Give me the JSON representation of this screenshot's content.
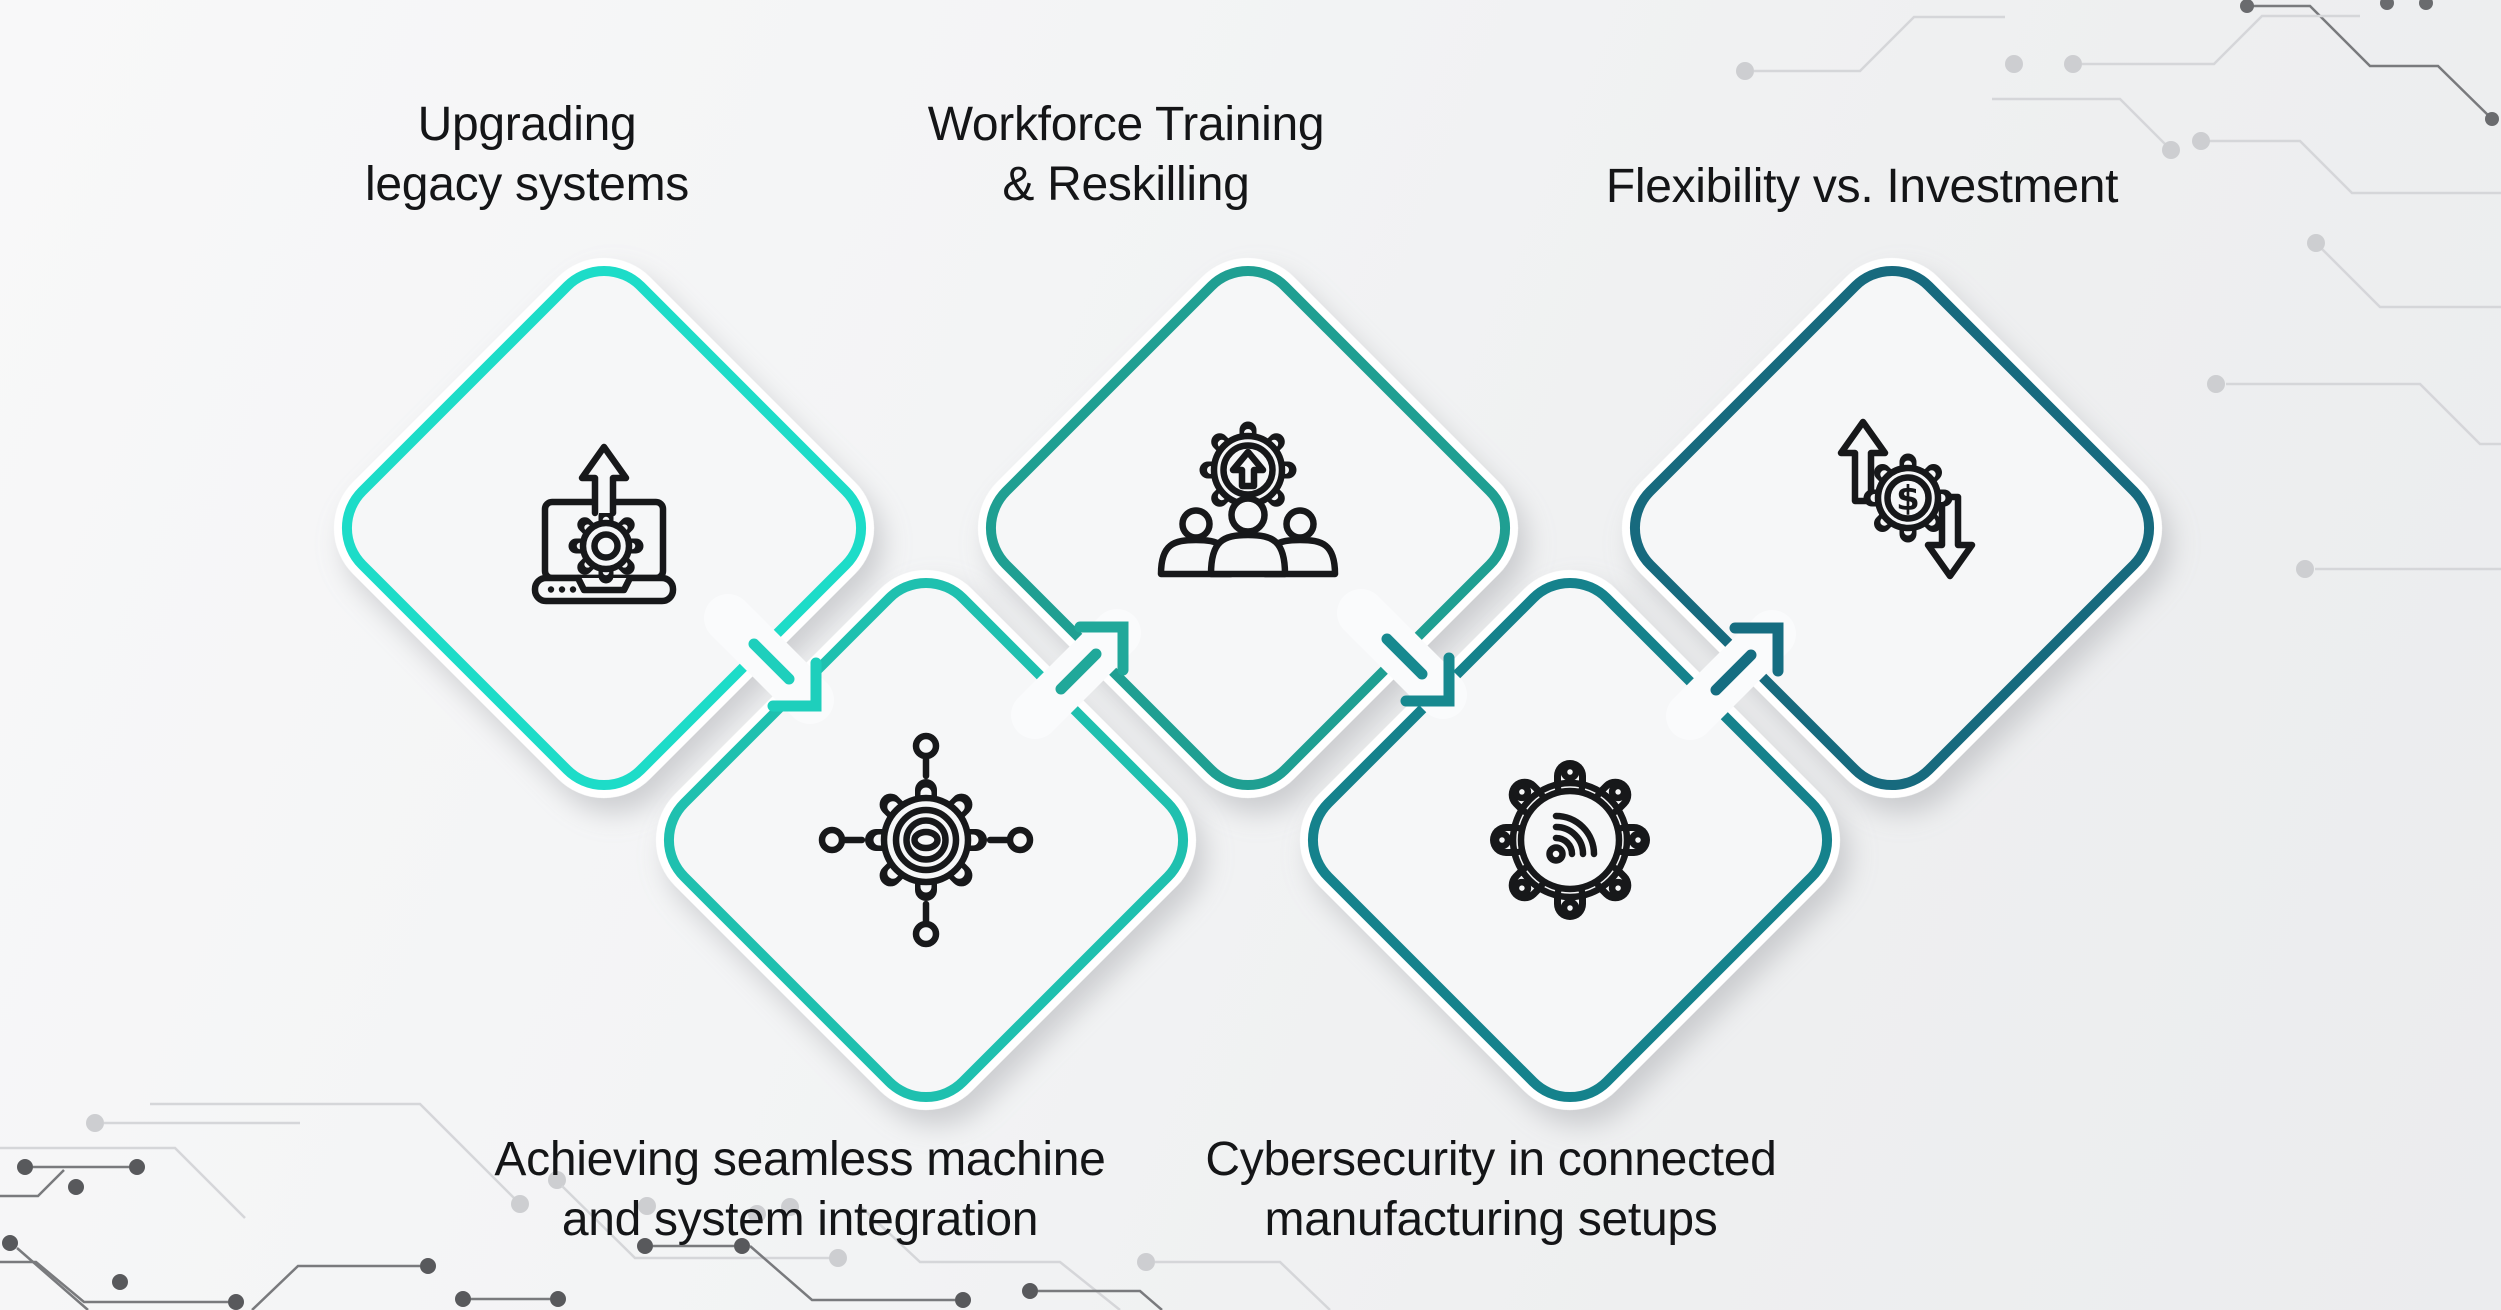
{
  "diagram": {
    "items": [
      {
        "id": 1,
        "position": "top",
        "label_line1": "Upgrading",
        "label_line2": "legacy systems",
        "icon": "laptop-gear-upgrade-icon",
        "accent": "#1ddcc8"
      },
      {
        "id": 2,
        "position": "bottom",
        "label_line1": "Achieving seamless machine",
        "label_line2": "and system integration",
        "icon": "gear-network-integration-icon",
        "accent": "#1fc0af"
      },
      {
        "id": 3,
        "position": "top",
        "label_line1": "Workforce Training",
        "label_line2": "& Reskilling",
        "icon": "gear-people-training-icon",
        "accent": "#1f9f92"
      },
      {
        "id": 4,
        "position": "bottom",
        "label_line1": "Cybersecurity in connected",
        "label_line2": "manufacturing setups",
        "icon": "gear-wifi-connected-icon",
        "accent": "#15828c"
      },
      {
        "id": 5,
        "position": "top",
        "label_line1": "Flexibility vs. Investment",
        "label_line2": "",
        "icon": "gear-dollar-arrows-icon",
        "accent": "#176a7e"
      }
    ],
    "connectors": [
      {
        "from": 1,
        "to": 2,
        "direction": "down-right",
        "color": "#1ecfbc"
      },
      {
        "from": 2,
        "to": 3,
        "direction": "up-right",
        "color": "#20a89a"
      },
      {
        "from": 3,
        "to": 4,
        "direction": "down-right",
        "color": "#17898f"
      },
      {
        "from": 4,
        "to": 5,
        "direction": "up-right",
        "color": "#156d81"
      }
    ],
    "icon_glyphs": {
      "dollar": "$"
    },
    "colors": {
      "background": "#f1f2f3",
      "diamond_fill": "#f6f7f8",
      "text": "#141517",
      "icon_stroke": "#17181a",
      "circuit_light": "#d5d6d9",
      "circuit_dark": "#58595c"
    },
    "decorations": [
      "circuit-traces-top-right",
      "circuit-traces-bottom-left"
    ]
  }
}
